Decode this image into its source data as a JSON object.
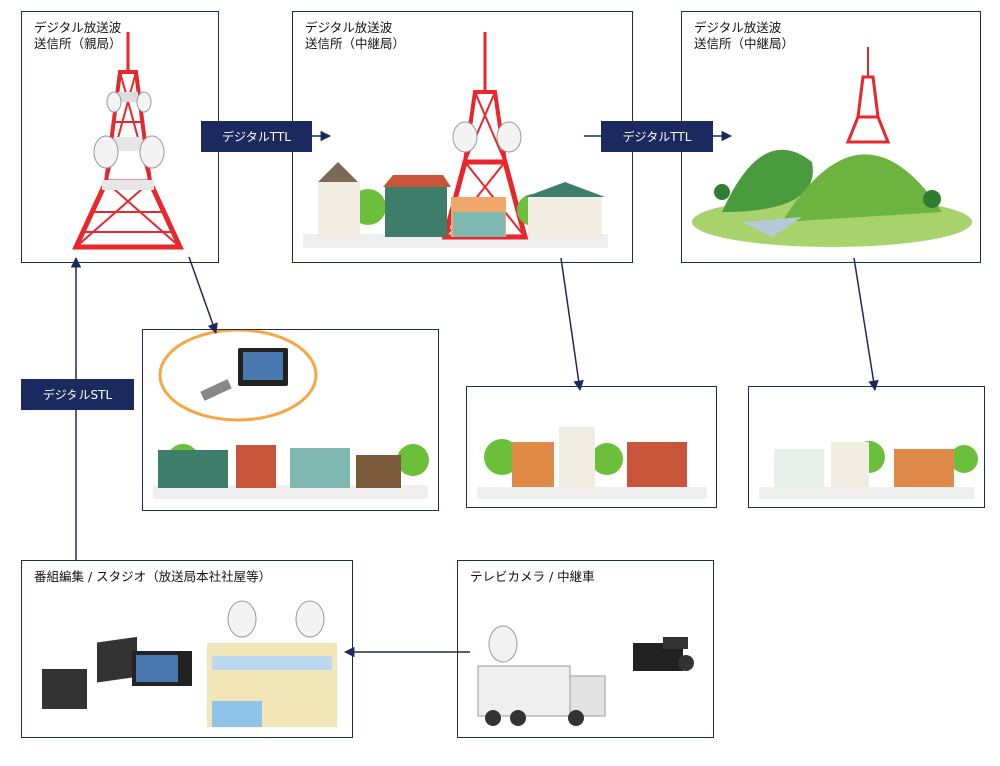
{
  "stations": {
    "main": {
      "title": "デジタル放送波\n送信所（親局）"
    },
    "relay1": {
      "title": "デジタル放送波\n送信所（中継局）"
    },
    "relay2": {
      "title": "デジタル放送波\n送信所（中継局）"
    }
  },
  "studio": {
    "title": "番組編集 / スタジオ（放送局本社社屋等）"
  },
  "camera": {
    "title": "テレビカメラ / 中継車"
  },
  "links": {
    "ttl1": "デジタルTTL",
    "ttl2": "デジタルTTL",
    "stl": "デジタルSTL"
  },
  "colors": {
    "tower_red": "#e8262b",
    "navy": "#1b2a5e",
    "house_green": "#3f7d6b",
    "tree_green": "#6cbf3a",
    "hill_green": "#6db33f",
    "bubble_orange": "#f7a642"
  }
}
